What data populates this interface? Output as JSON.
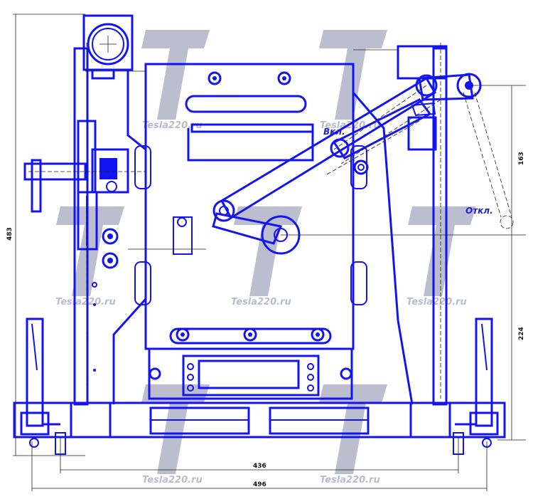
{
  "watermark": {
    "site": "Tesla220.ru",
    "glyph": "T",
    "color": "#b0b3c8"
  },
  "labels": {
    "on": "Вкл.",
    "off": "Откл."
  },
  "dimensions": {
    "total_height": "483",
    "lower_height": "224",
    "upper_height": "163",
    "inner_width": "436",
    "total_width": "496"
  },
  "colors": {
    "line": "#1414f0",
    "dimension": "#222222"
  }
}
